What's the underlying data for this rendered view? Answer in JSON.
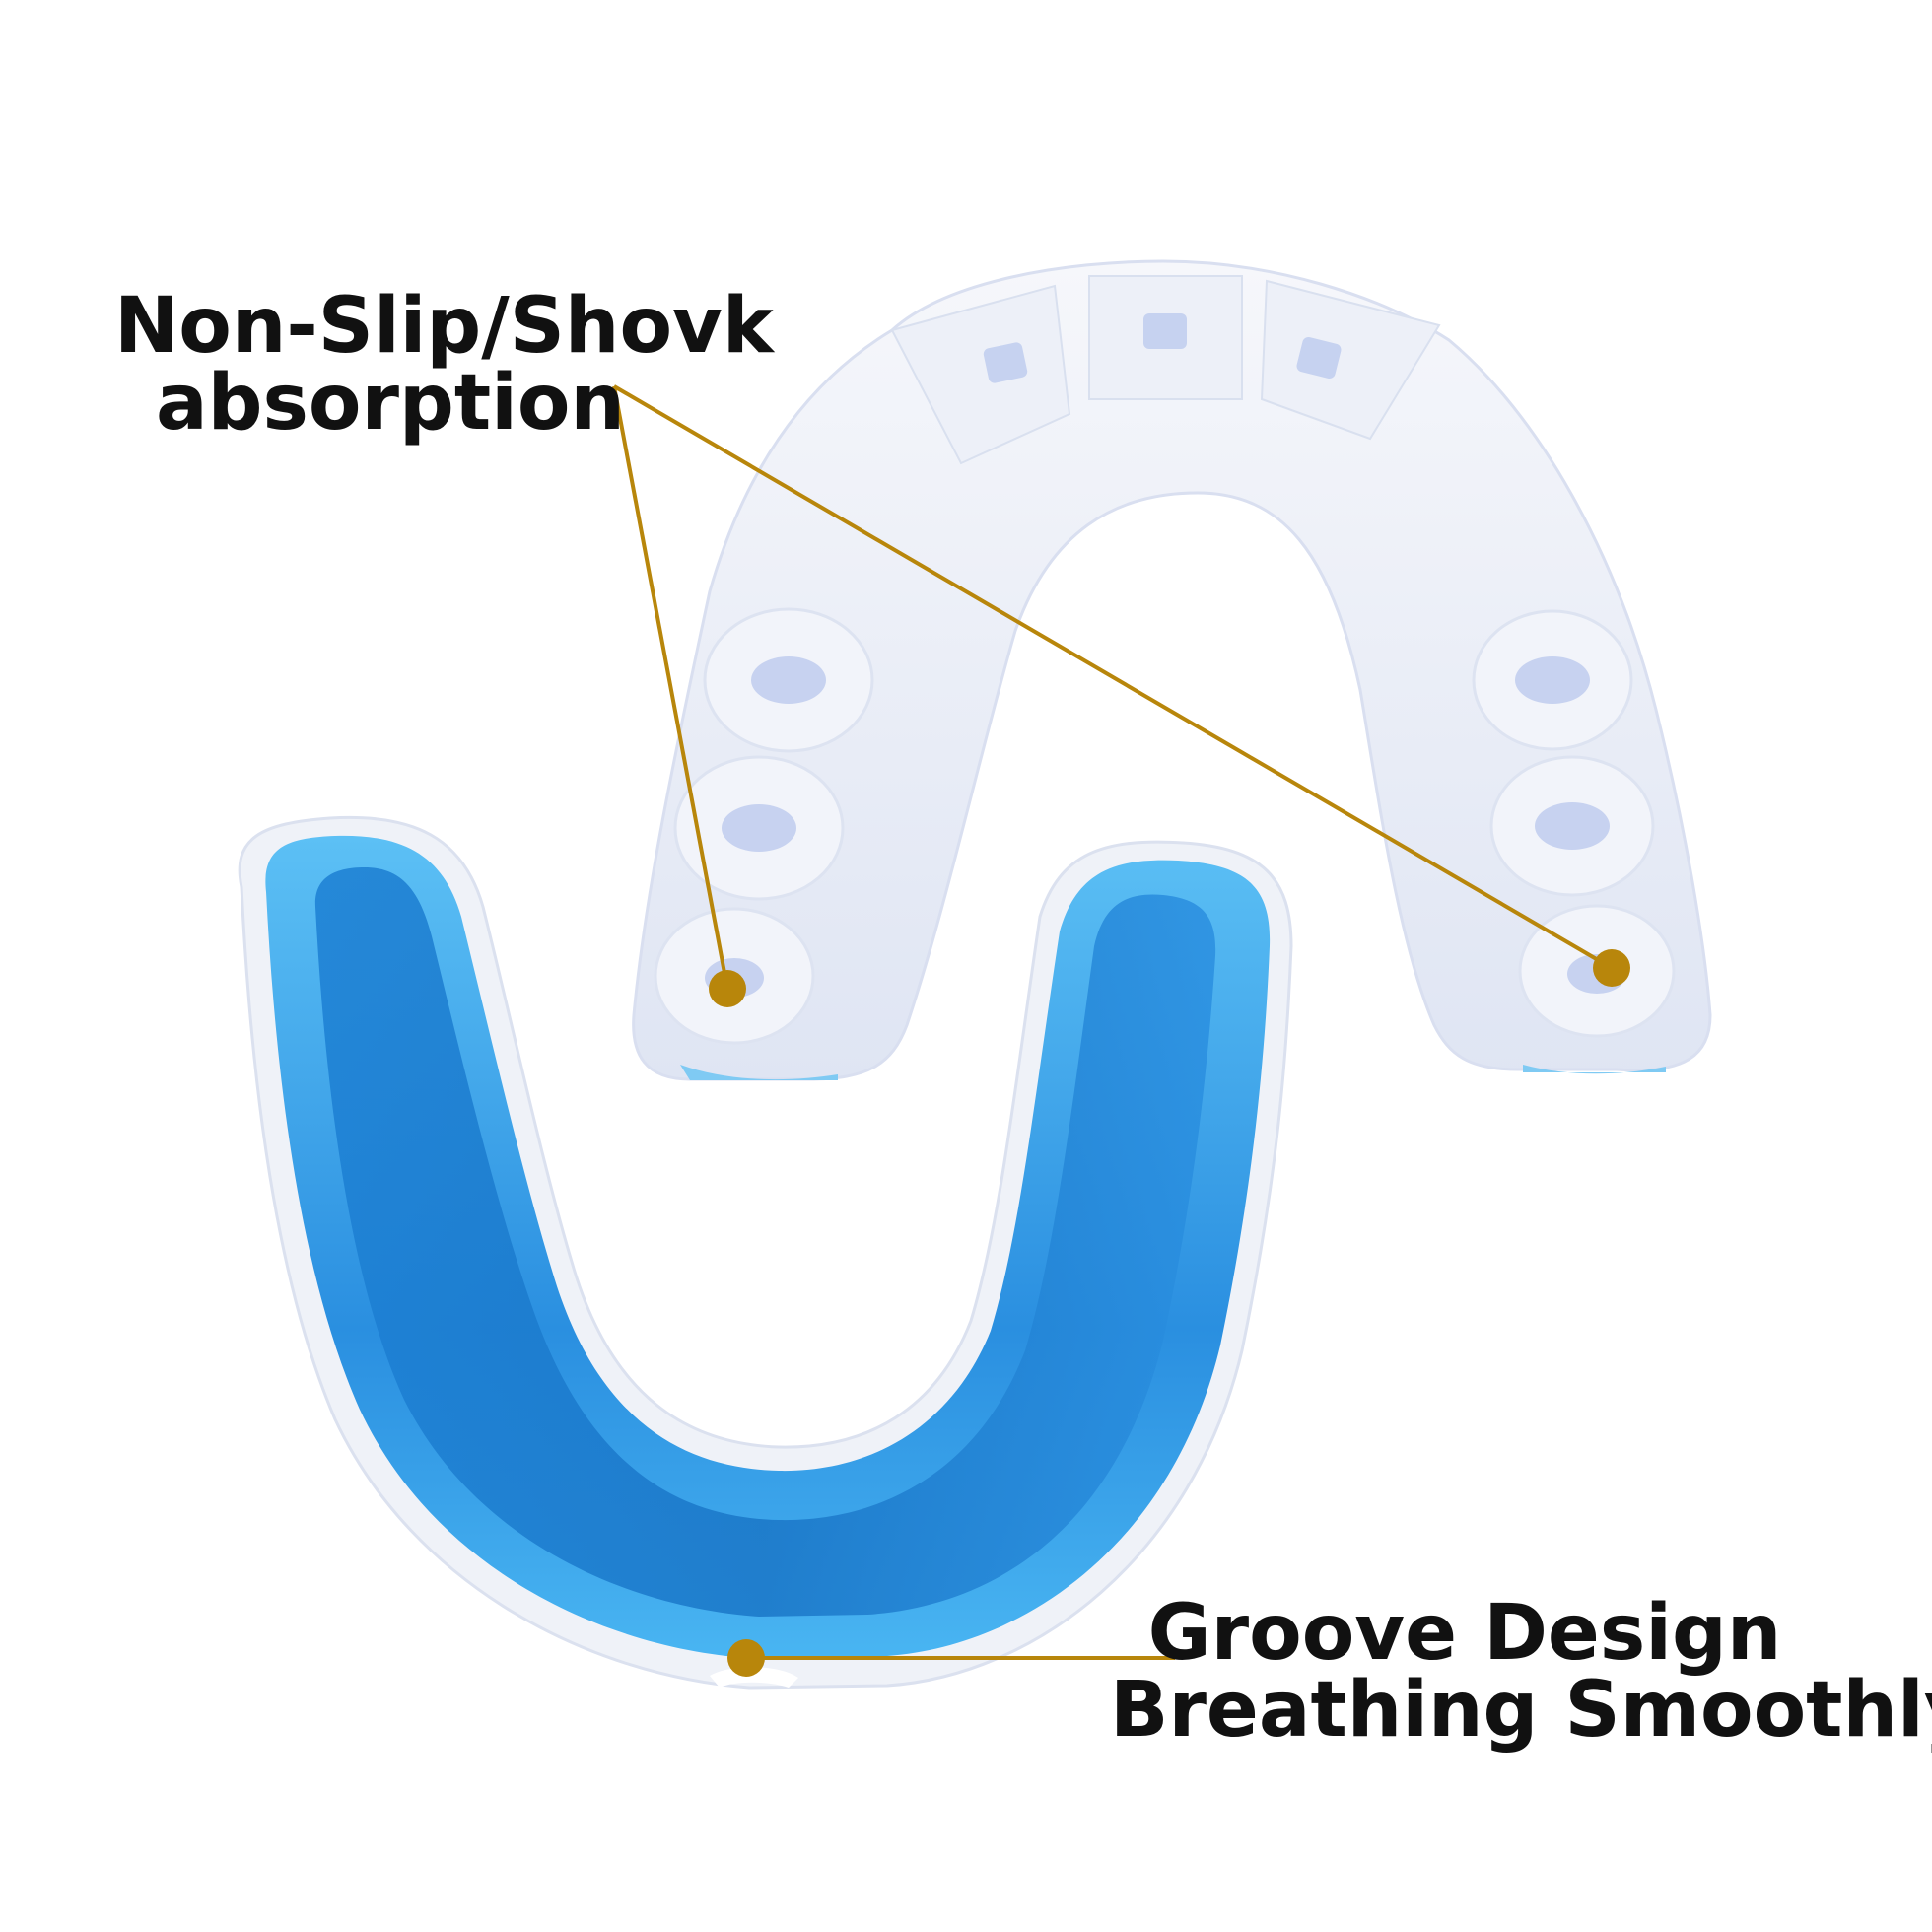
{
  "callouts": {
    "top": {
      "line1": "Non-Slip/Shovk",
      "line2": "absorption"
    },
    "bottom": {
      "line1": "Groove Design",
      "line2": "Breathing Smoothly"
    }
  },
  "colors": {
    "background": "#ffffff",
    "pointer": "#b8860b",
    "text": "#111111",
    "gel_blue": "#2f9be8",
    "gel_blue_dark": "#1a78c8",
    "frame_white": "#eef1f7",
    "frame_shadow": "#c9d3ea"
  },
  "icons": {
    "pointer_dot": "circle-dot"
  }
}
